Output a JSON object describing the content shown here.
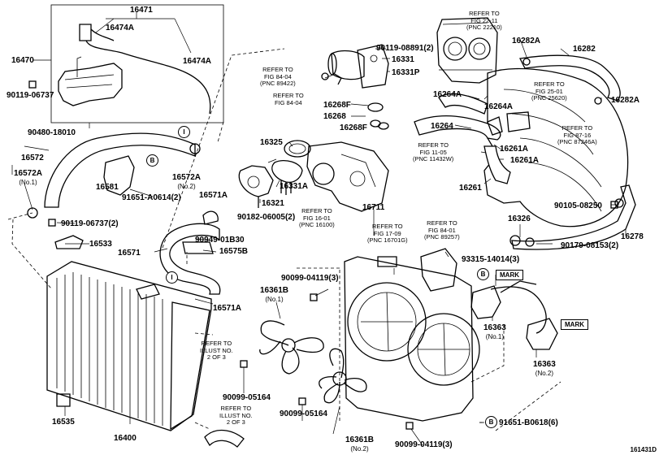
{
  "labels": {
    "p16471": "16471",
    "p16474a_1": "16474A",
    "p16474a_2": "16474A",
    "p16470": "16470",
    "p90119_06737_a": "90119-06737",
    "p90480": "90480-18010",
    "p16572": "16572",
    "p16572a_1": "16572A",
    "p16572a_1_sub": "(No.1)",
    "p16572a_2": "16572A",
    "p16572a_2_sub": "(No.2)",
    "p16581": "16581",
    "p91651_a0614": "91651-A0614(2)",
    "p16571a_top": "16571A",
    "p90119_06737_b": "90119-06737(2)",
    "p16533": "16533",
    "p16571": "16571",
    "p90949": "90949-01B30",
    "p16575b": "16575B",
    "p16571a_bot": "16571A",
    "p16400": "16400",
    "p16535": "16535",
    "p90119_08891": "90119-08891(2)",
    "p16331": "16331",
    "p16331p": "16331P",
    "p16268f_1": "16268F",
    "p16268": "16268",
    "p16268f_2": "16268F",
    "p16325": "16325",
    "p16331a": "16331A",
    "p16321": "16321",
    "p90182": "90182-06005(2)",
    "p16711": "16711",
    "p90099_04119_a": "90099-04119(3)",
    "p16361b_1": "16361B",
    "p16361b_1_sub": "(No.1)",
    "p16361b_2": "16361B",
    "p16361b_2_sub": "(No.2)",
    "p90099_05164_a": "90099-05164",
    "p90099_05164_b": "90099-05164",
    "p90099_04119_b": "90099-04119(3)",
    "p16282a_1": "16282A",
    "p16282": "16282",
    "p16282a_2": "16282A",
    "p16264a_1": "16264A",
    "p16264a_2": "16264A",
    "p16264": "16264",
    "p16261a_1": "16261A",
    "p16261a_2": "16261A",
    "p16261": "16261",
    "p90105": "90105-08250",
    "p16326": "16326",
    "p16278": "16278",
    "p90179": "90179-08153(2)",
    "p93315": "93315-14014(3)",
    "p16363_1": "16363",
    "p16363_1_sub": "(No.1)",
    "p16363_2": "16363",
    "p16363_2_sub": "(No.2)",
    "p91651_b0618": "91651-B0618(6)"
  },
  "refs": {
    "r_22_11": [
      "REFER TO",
      "FIG 22-11",
      "(PNC 22210)"
    ],
    "r_84_04a": [
      "REFER TO",
      "FIG 84-04",
      "(PNC 89422)"
    ],
    "r_84_04b": [
      "REFER TO",
      "FIG 84-04"
    ],
    "r_25_01": [
      "REFER TO",
      "FIG 25-01",
      "(PNC 25620)"
    ],
    "r_87_16": [
      "REFER TO",
      "FIG 87-16",
      "(PNC 87246A)"
    ],
    "r_11_05": [
      "REFER TO",
      "FIG 11-05",
      "(PNC 11432W)"
    ],
    "r_16_01": [
      "REFER TO",
      "FIG 16-01",
      "(PNC 16100)"
    ],
    "r_17_09": [
      "REFER TO",
      "FIG 17-09",
      "(PNC 16701G)"
    ],
    "r_84_01": [
      "REFER TO",
      "FIG 84-01",
      "(PNC 89257)"
    ],
    "r_illus_a": [
      "REFER TO",
      "ILLUST NO.",
      "2 OF 3"
    ],
    "r_illus_b": [
      "REFER TO",
      "ILLUST NO.",
      "2 OF 3"
    ]
  },
  "markers": {
    "circle_i": "I",
    "circle_b": "B",
    "mark": "MARK"
  },
  "catalog_number": "161431D"
}
